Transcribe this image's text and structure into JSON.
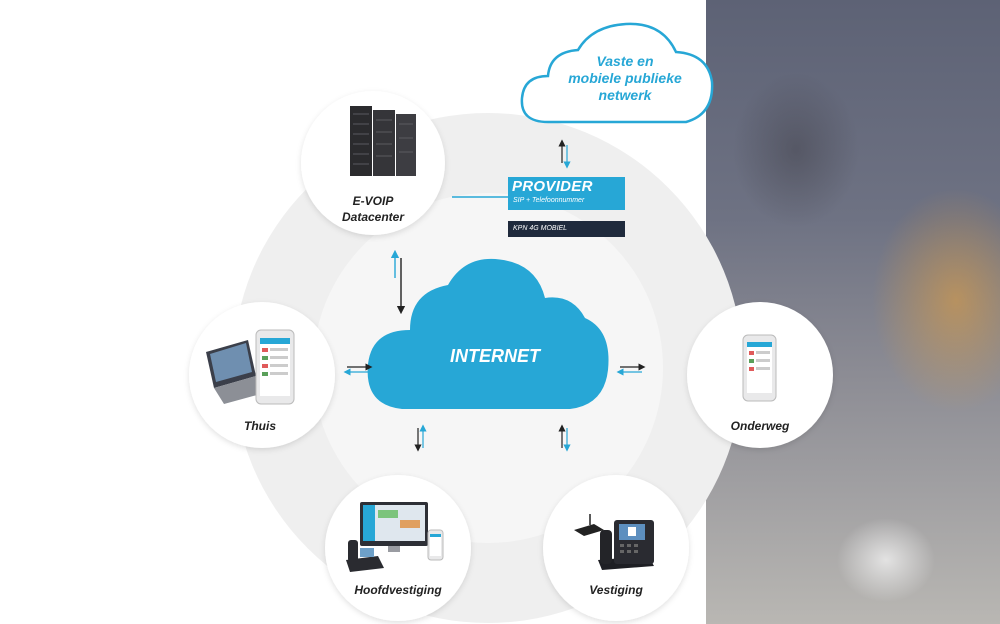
{
  "diagram": {
    "cloud_top": {
      "line1": "Vaste en",
      "line2": "mobiele publieke",
      "line3": "netwerk"
    },
    "center": {
      "label": "INTERNET"
    },
    "provider": {
      "title": "PROVIDER",
      "subtitle": "SIP + Telefoonnummer"
    },
    "mobile_network": {
      "label": "KPN 4G MOBIEL"
    },
    "nodes": {
      "datacenter": {
        "line1": "E-VOIP",
        "line2": "Datacenter"
      },
      "thuis": {
        "label": "Thuis"
      },
      "onderweg": {
        "label": "Onderweg"
      },
      "hoofdvestiging": {
        "label": "Hoofdvestiging"
      },
      "vestiging": {
        "label": "Vestiging"
      }
    }
  },
  "colors": {
    "accent_blue": "#27a7d6",
    "dark_navy": "#1f2a3c",
    "ring_gray": "#eeeeee",
    "arrow_dark": "#222222"
  }
}
